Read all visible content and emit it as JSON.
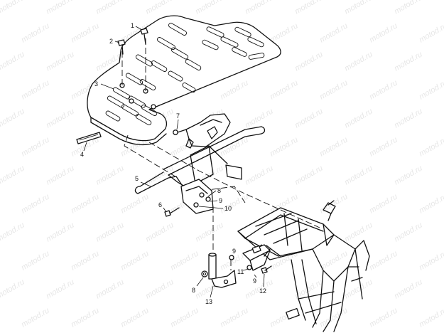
{
  "watermark": "motod.ru",
  "parts": [
    {
      "id": "1",
      "label": "1"
    },
    {
      "id": "2",
      "label": "2"
    },
    {
      "id": "3",
      "label": "3"
    },
    {
      "id": "4",
      "label": "4"
    },
    {
      "id": "5",
      "label": "5"
    },
    {
      "id": "6",
      "label": "6"
    },
    {
      "id": "7",
      "label": "7"
    },
    {
      "id": "8a",
      "label": "8"
    },
    {
      "id": "9a",
      "label": "9"
    },
    {
      "id": "10",
      "label": "10"
    },
    {
      "id": "9b",
      "label": "9"
    },
    {
      "id": "11",
      "label": "11"
    },
    {
      "id": "9c",
      "label": "9"
    },
    {
      "id": "12",
      "label": "12"
    },
    {
      "id": "8b",
      "label": "8"
    },
    {
      "id": "13",
      "label": "13"
    }
  ]
}
